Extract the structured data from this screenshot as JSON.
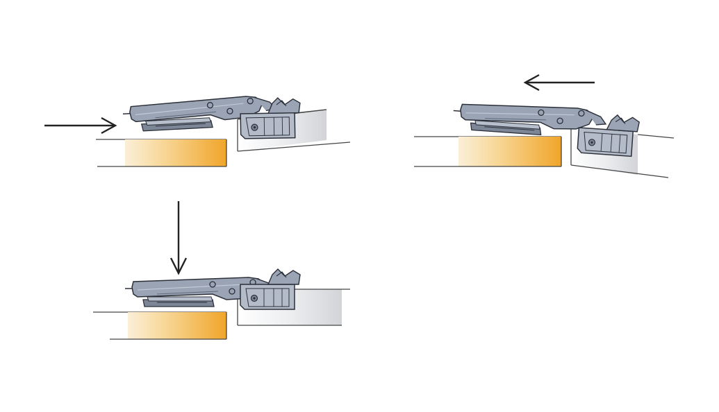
{
  "diagram": {
    "panels": [
      {
        "id": "slide-in",
        "arrow": "right"
      },
      {
        "id": "press-down",
        "arrow": "down"
      },
      {
        "id": "slide-out",
        "arrow": "left"
      }
    ]
  },
  "colors": {
    "background": "#ffffff",
    "hinge_arm": "#9aa4b5",
    "hinge_dark": "#5e6778",
    "outline": "#2b2f38",
    "panel_wood_light": "#fbefd8",
    "panel_wood_dark": "#f0a52a",
    "door_grey_light": "#ffffff",
    "door_grey_dark": "#d2d4d8",
    "arrow": "#222222"
  },
  "icons": [
    "arrow-right-icon",
    "arrow-down-icon",
    "arrow-left-icon"
  ]
}
